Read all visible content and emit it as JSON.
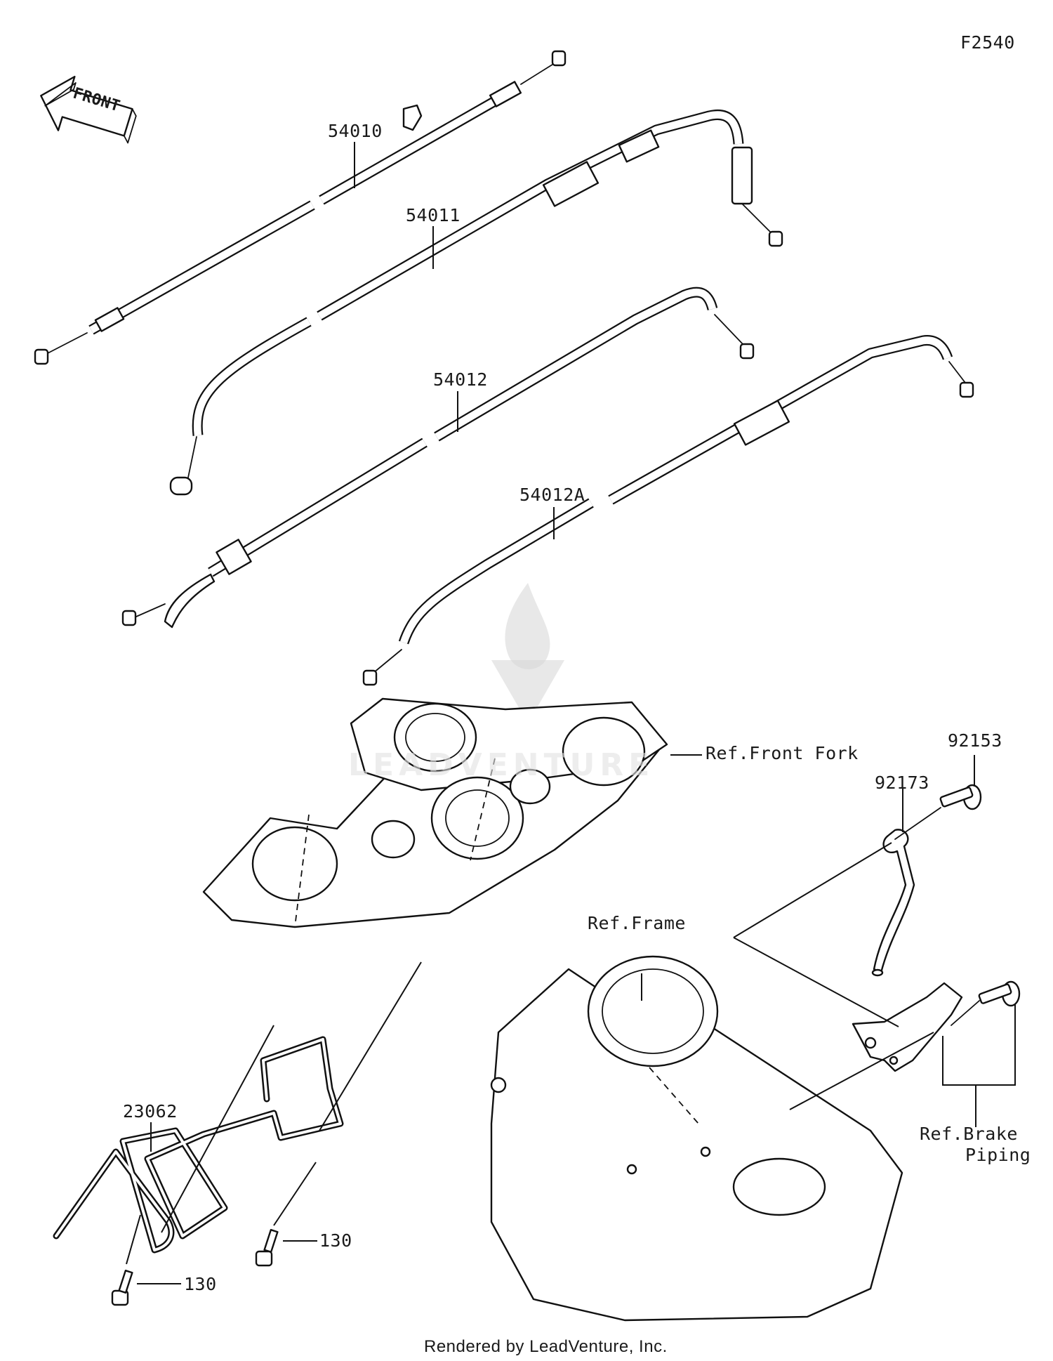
{
  "figure_code": "F2540",
  "front_arrow_text": "FRONT",
  "footer": "Rendered by LeadVenture, Inc.",
  "watermark_text": "LEADVENTURE",
  "labels": {
    "p54010": "54010",
    "p54011": "54011",
    "p54012": "54012",
    "p54012a": "54012A",
    "p92153": "92153",
    "p92173": "92173",
    "p23062": "23062",
    "p130a": "130",
    "p130b": "130",
    "ref_front_fork": "Ref.Front Fork",
    "ref_frame": "Ref.Frame",
    "ref_brake_1": "Ref.Brake",
    "ref_brake_2": "Piping"
  }
}
